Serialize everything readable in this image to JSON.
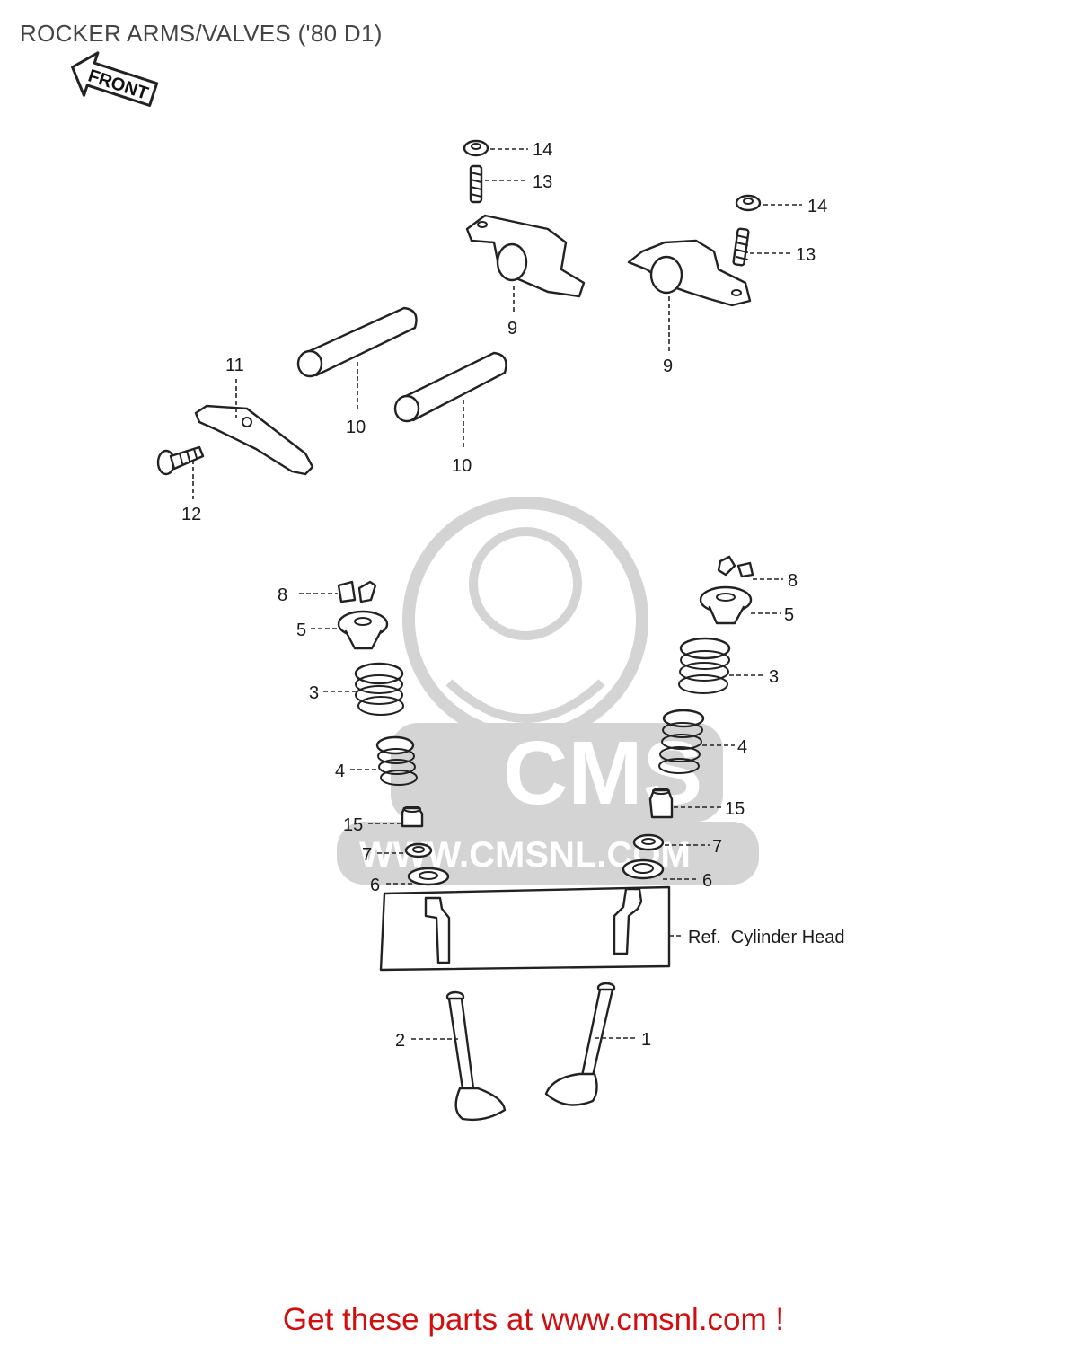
{
  "page": {
    "title": "ROCKER ARMS/VALVES ('80 D1)",
    "footer": "Get these parts at www.cmsnl.com !",
    "footer_color": "#d01010",
    "title_color": "#444444"
  },
  "diagram": {
    "front_arrow": "FRONT",
    "ref_label": "Ref.  Cylinder Head",
    "watermark": {
      "text": "CMS",
      "url": "WWW.CMSNL.COM"
    },
    "callouts": {
      "c14a": "14",
      "c13a": "13",
      "c14b": "14",
      "c13b": "13",
      "c9a": "9",
      "c9b": "9",
      "c11": "11",
      "c10a": "10",
      "c10b": "10",
      "c12": "12",
      "c8l": "8",
      "c5l": "5",
      "c3l": "3",
      "c4l": "4",
      "c15l": "15",
      "c7l": "7",
      "c6l": "6",
      "c8r": "8",
      "c5r": "5",
      "c3r": "3",
      "c4r": "4",
      "c15r": "15",
      "c7r": "7",
      "c6r": "6",
      "c2": "2",
      "c1": "1"
    }
  }
}
